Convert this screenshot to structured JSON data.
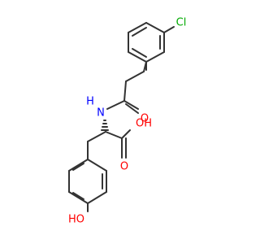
{
  "molecule": {
    "atoms": {
      "cl": {
        "label": "Cl",
        "color": "#00aa00"
      },
      "nh": {
        "label": "H",
        "color": "#0000ff"
      },
      "n": {
        "label": "N",
        "color": "#0000ff"
      },
      "o_amide": {
        "label": "O",
        "color": "#ff0000"
      },
      "oh_acid": {
        "label": "OH",
        "color": "#ff0000"
      },
      "o_acid": {
        "label": "O",
        "color": "#ff0000"
      },
      "ho_phenol": {
        "label": "HO",
        "color": "#ff0000"
      }
    },
    "bond_color": "#333333"
  }
}
